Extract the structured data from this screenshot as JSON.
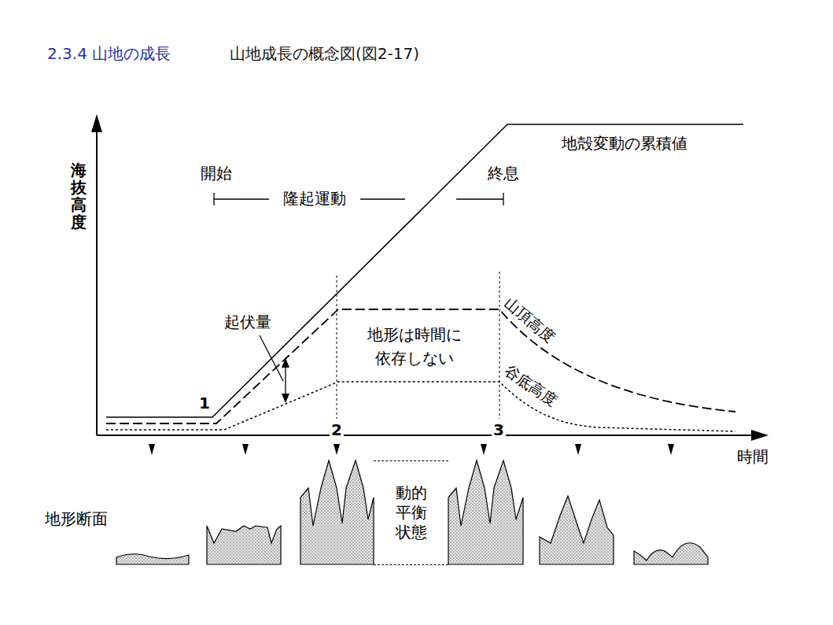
{
  "diagram": {
    "title": "2.3.4 山地の成長",
    "nodes": [
      {
        "text": [
          "動的 平衡 状態"
        ]
      }
    ],
    "labels": [
      "山地成長の概念図(図2-17)",
      "海抜高度",
      "開始",
      "隆起運動",
      "終息",
      "地殻変動の累積値",
      "起伏量",
      "地形は時間に 依存しない",
      "山頂高度",
      "谷底高度",
      "1",
      "2",
      "3",
      "時間",
      "地形断面"
    ]
  }
}
